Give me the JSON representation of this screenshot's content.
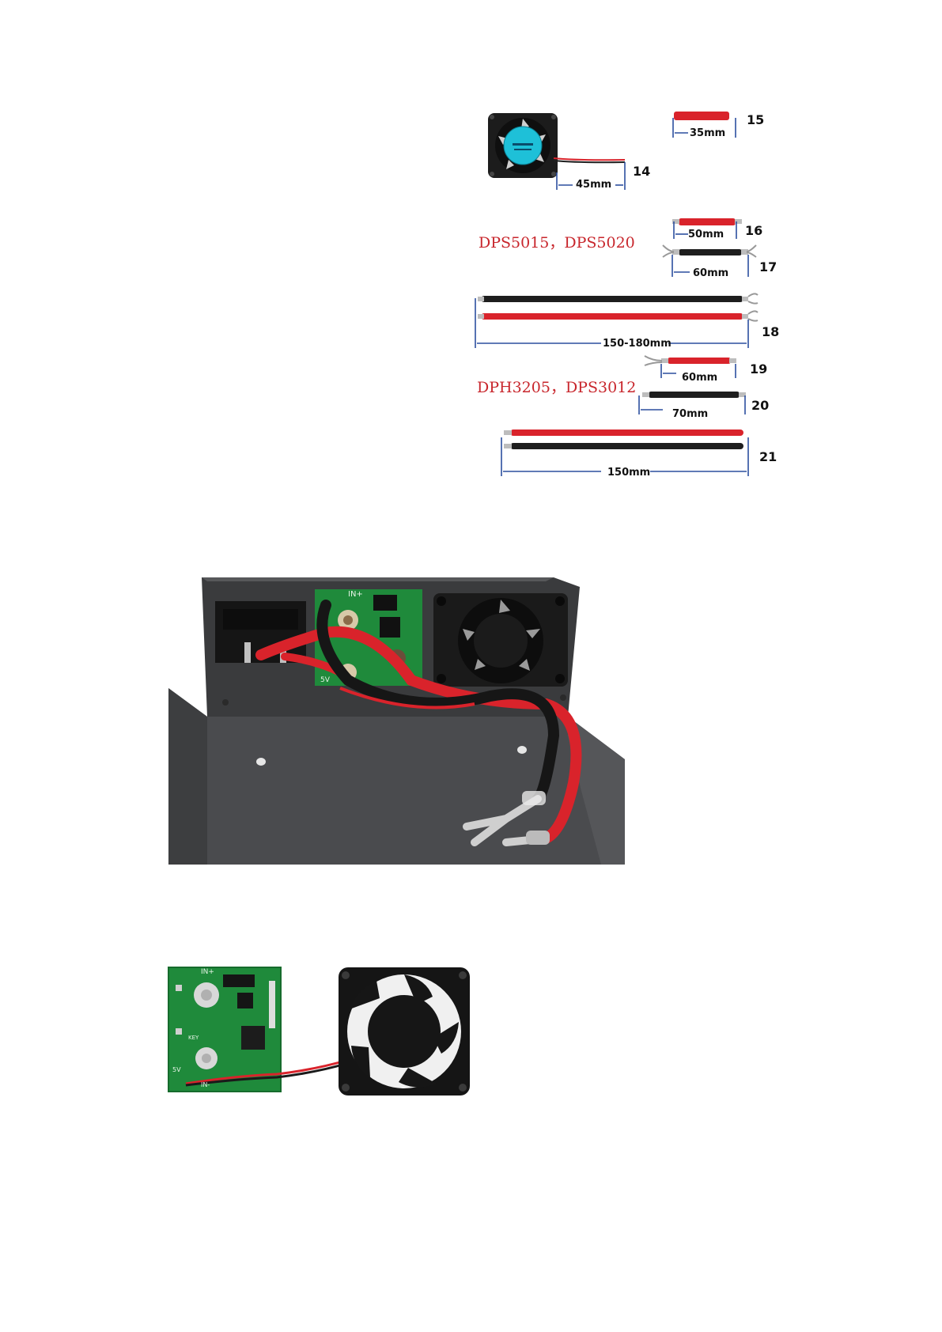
{
  "parts": {
    "fan": {
      "number": "14",
      "length": "45mm"
    },
    "wire_15": {
      "number": "15",
      "length": "35mm"
    },
    "wire_16": {
      "number": "16",
      "length": "50mm"
    },
    "wire_17": {
      "number": "17",
      "length": "60mm"
    },
    "wire_18": {
      "number": "18",
      "length": "150-180mm"
    },
    "wire_19": {
      "number": "19",
      "length": "60mm"
    },
    "wire_20": {
      "number": "20",
      "length": "70mm"
    },
    "wire_21": {
      "number": "21",
      "length": "150mm"
    }
  },
  "models": {
    "group_a": "DPS5015，DPS5020",
    "group_b": "DPH3205，DPS3012"
  },
  "pcb_labels": {
    "in_plus": "IN+",
    "in_minus": "IN-",
    "five_v": "5V",
    "key": "KEY"
  },
  "colors": {
    "red_wire": "#d9232b",
    "black_wire": "#1e1e1e",
    "pcb_green": "#1f8a3b",
    "model_red": "#c8262c",
    "dimension_blue": "#2c4f9e"
  }
}
